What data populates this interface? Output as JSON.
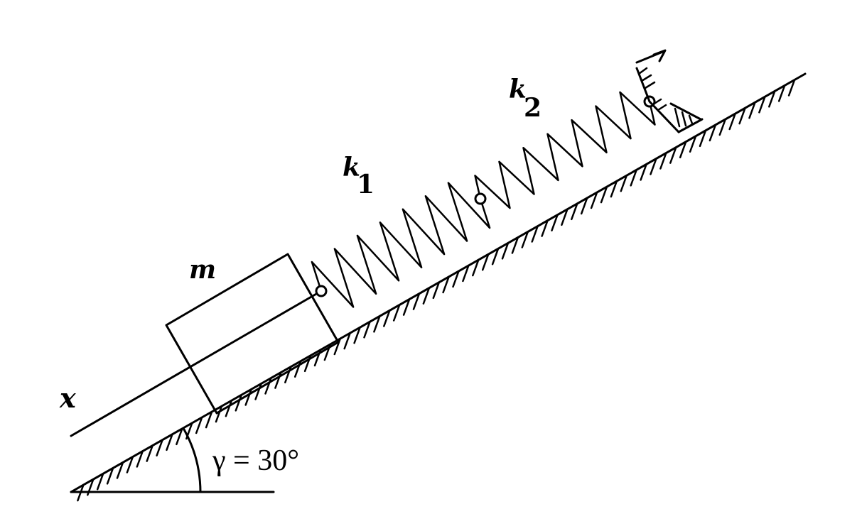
{
  "labels": {
    "mass": "m",
    "spring1_symbol": "k",
    "spring1_index": "1",
    "spring2_symbol": "k",
    "spring2_index": "2",
    "axis": "x",
    "angle": "γ = 30°"
  },
  "colors": {
    "ink": "#000000",
    "background": "#ffffff"
  }
}
